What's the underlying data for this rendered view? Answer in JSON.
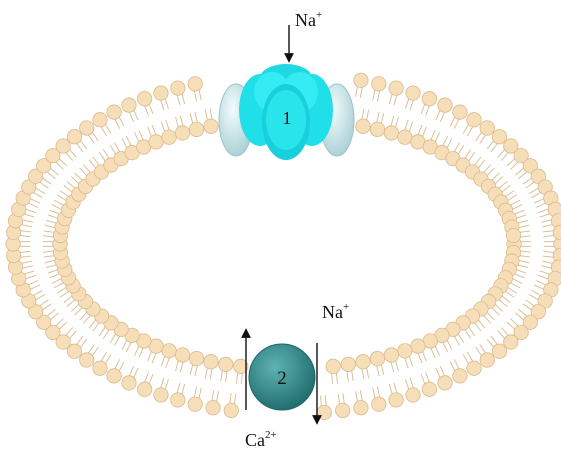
{
  "labels": {
    "na_top": "Na",
    "na_top_charge": "+",
    "channel_number": "1",
    "na_bottom": "Na",
    "na_bottom_charge": "+",
    "exchanger_number": "2",
    "ca": "Ca",
    "ca_charge": "2+"
  },
  "colors": {
    "head_fill": "#f6dfb8",
    "head_stroke": "#dcb98c",
    "tail_stroke": "#d9c09a",
    "channel_cyan": "#22e6ee",
    "channel_cyan_dark": "#12c3cf",
    "side_subunit": "#cfe6ea",
    "exchanger": "#2e8a8a",
    "arrow": "#111111"
  },
  "icons": {
    "channel": "ion-channel-icon",
    "exchanger": "exchanger-sphere-icon"
  }
}
